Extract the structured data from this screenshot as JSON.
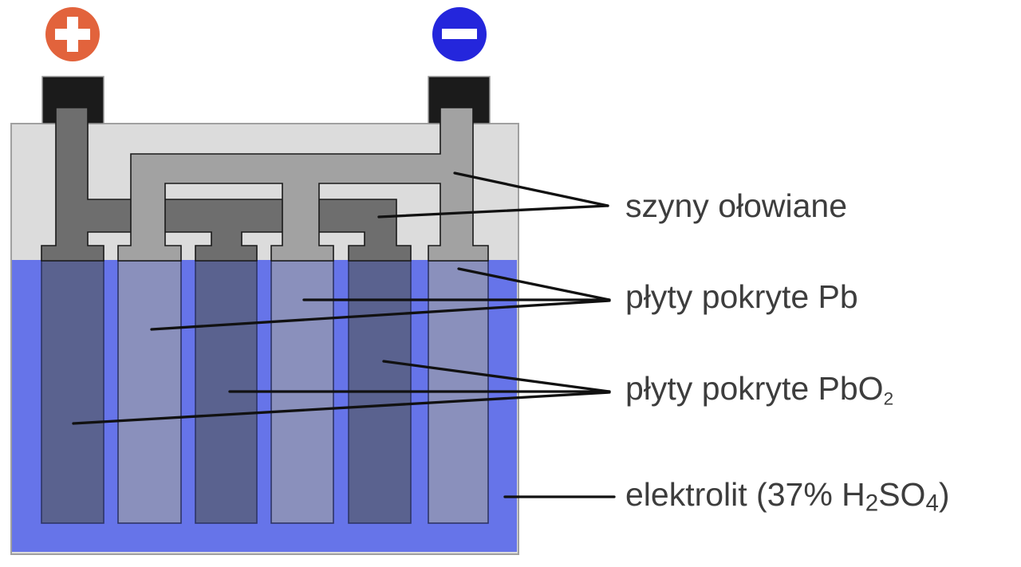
{
  "terminals": {
    "positive_symbol": "+",
    "negative_symbol": "−"
  },
  "labels": {
    "busbars": "szyny ołowiane",
    "pb_plates": "płyty pokryte Pb",
    "pbo2_base": "płyty pokryte PbO",
    "pbo2_sub": "2",
    "electrolyte_p1": "elektrolit (37% H",
    "electrolyte_s1": "2",
    "electrolyte_p2": "SO",
    "electrolyte_s2": "4",
    "electrolyte_p3": ")"
  },
  "colors": {
    "positive_terminal": "#E2633C",
    "negative_terminal": "#2426DC",
    "case": "#DCDCDC",
    "busbar_dark": "#6E6E6E",
    "busbar_medium": "#A2A2A2",
    "electrolyte": "#6674E9",
    "plate_pbo2": "#5A628F",
    "plate_pb": "#8A90BC",
    "post": "#1B1B1B",
    "label_text": "#3D3D3D",
    "leader_line": "#111111"
  }
}
